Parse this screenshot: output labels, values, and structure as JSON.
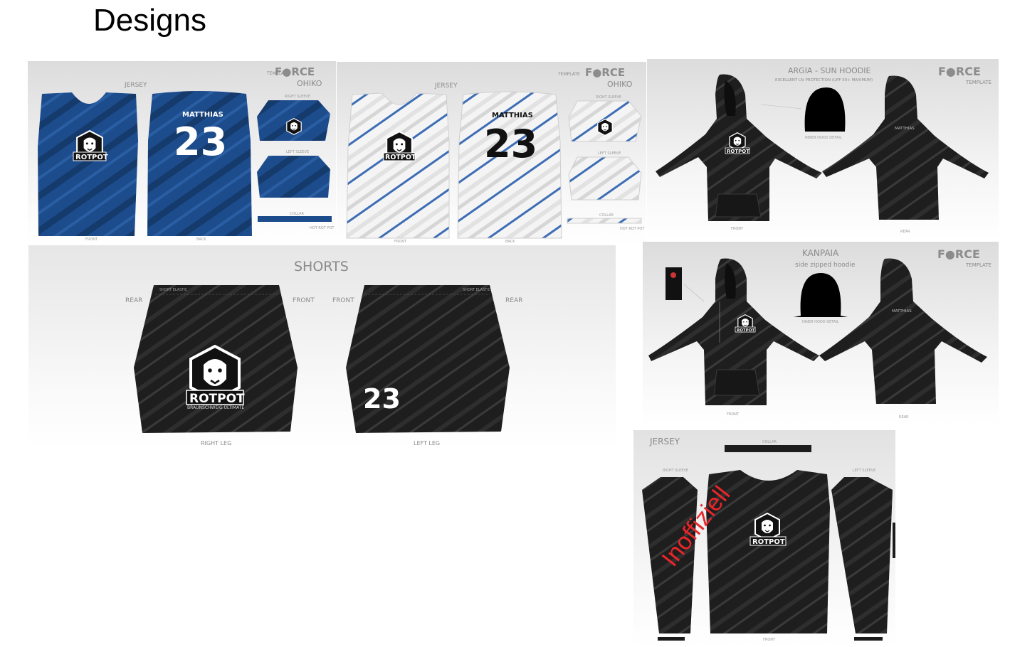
{
  "page": {
    "title": "Designs"
  },
  "brand": {
    "name": "F●RCE",
    "template": "TEMPLATE",
    "logo_text": "ROTPOT",
    "logo_sub": "BRAUNSCHWEIG ULTIMATE"
  },
  "jersey_blue": {
    "type": "JERSEY",
    "model": "OHIKO",
    "player_name": "MATTHIAS",
    "player_number": "23",
    "right_sleeve": "RIGHT SLEEVE",
    "left_sleeve": "LEFT SLEEVE",
    "collar": "COLLAR",
    "collar_text": "HOT ROT POT",
    "front": "FRONT",
    "back": "BACK"
  },
  "jersey_white": {
    "type": "JERSEY",
    "model": "OHIKO",
    "player_name": "MATTHIAS",
    "player_number": "23",
    "right_sleeve": "RIGHT SLEEVE",
    "left_sleeve": "LEFT SLEEVE",
    "collar": "COLLAR",
    "collar_text": "HOT ROT POT",
    "front": "FRONT",
    "back": "BACK"
  },
  "hoodie_argia": {
    "title": "ARGIA - SUN HOODIE",
    "subtitle": "EXCELLENT UV PROTECTION (UPF 50+ MAXIMUM)",
    "inner": "INNER HOOD DETAIL",
    "front": "FRONT",
    "rear": "REAR",
    "name": "MATTHIAS"
  },
  "shorts": {
    "title": "SHORTS",
    "rear": "REAR",
    "front": "FRONT",
    "right_leg": "RIGHT LEG",
    "left_leg": "LEFT LEG",
    "number": "23",
    "elastic": "SHORT ELASTIC"
  },
  "hoodie_kanpaia": {
    "title": "KANPAIA",
    "subtitle": "side zipped hoodie",
    "inner": "INNER HOOD DETAIL",
    "front": "FRONT",
    "rear": "REAR",
    "name": "MATTHIAS"
  },
  "jersey_long": {
    "type": "JERSEY",
    "collar": "COLLAR",
    "right_sleeve": "RIGHT SLEEVE",
    "left_sleeve": "LEFT SLEEVE",
    "front": "FRONT",
    "watermark": "Inoffiziell",
    "watermark_color": "#e8262a"
  },
  "colors": {
    "blue": "#1d4c8c",
    "black": "#1c1c1c",
    "white": "#f5f5f5",
    "accent_blue": "#3d6db5"
  }
}
